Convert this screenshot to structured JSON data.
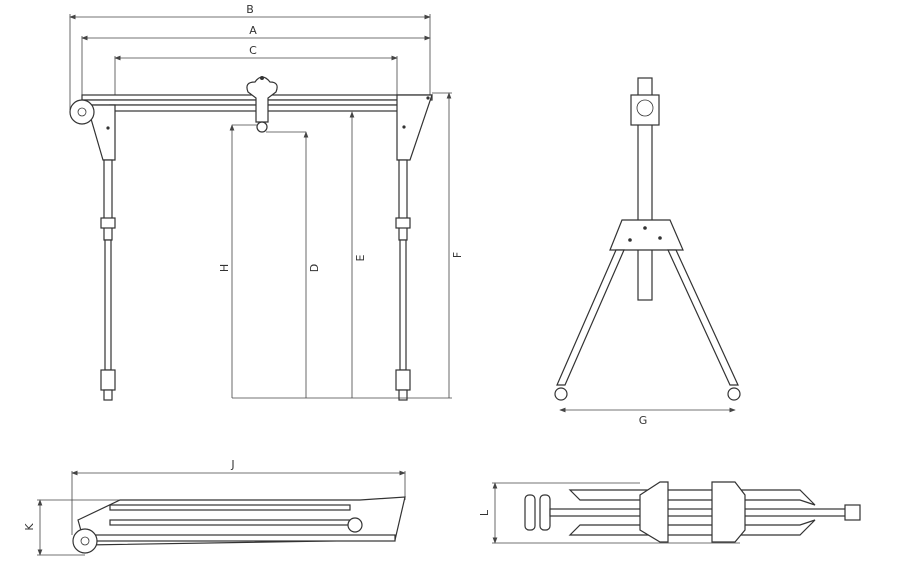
{
  "drawing": {
    "front_view": {
      "labels": {
        "B": "B",
        "A": "A",
        "C": "C",
        "H": "H",
        "D": "D",
        "E": "E",
        "F": "F"
      }
    },
    "side_view": {
      "labels": {
        "G": "G"
      }
    },
    "folded_side_view": {
      "labels": {
        "J": "J",
        "K": "K"
      }
    },
    "folded_top_view": {
      "labels": {
        "L": "L"
      }
    }
  }
}
